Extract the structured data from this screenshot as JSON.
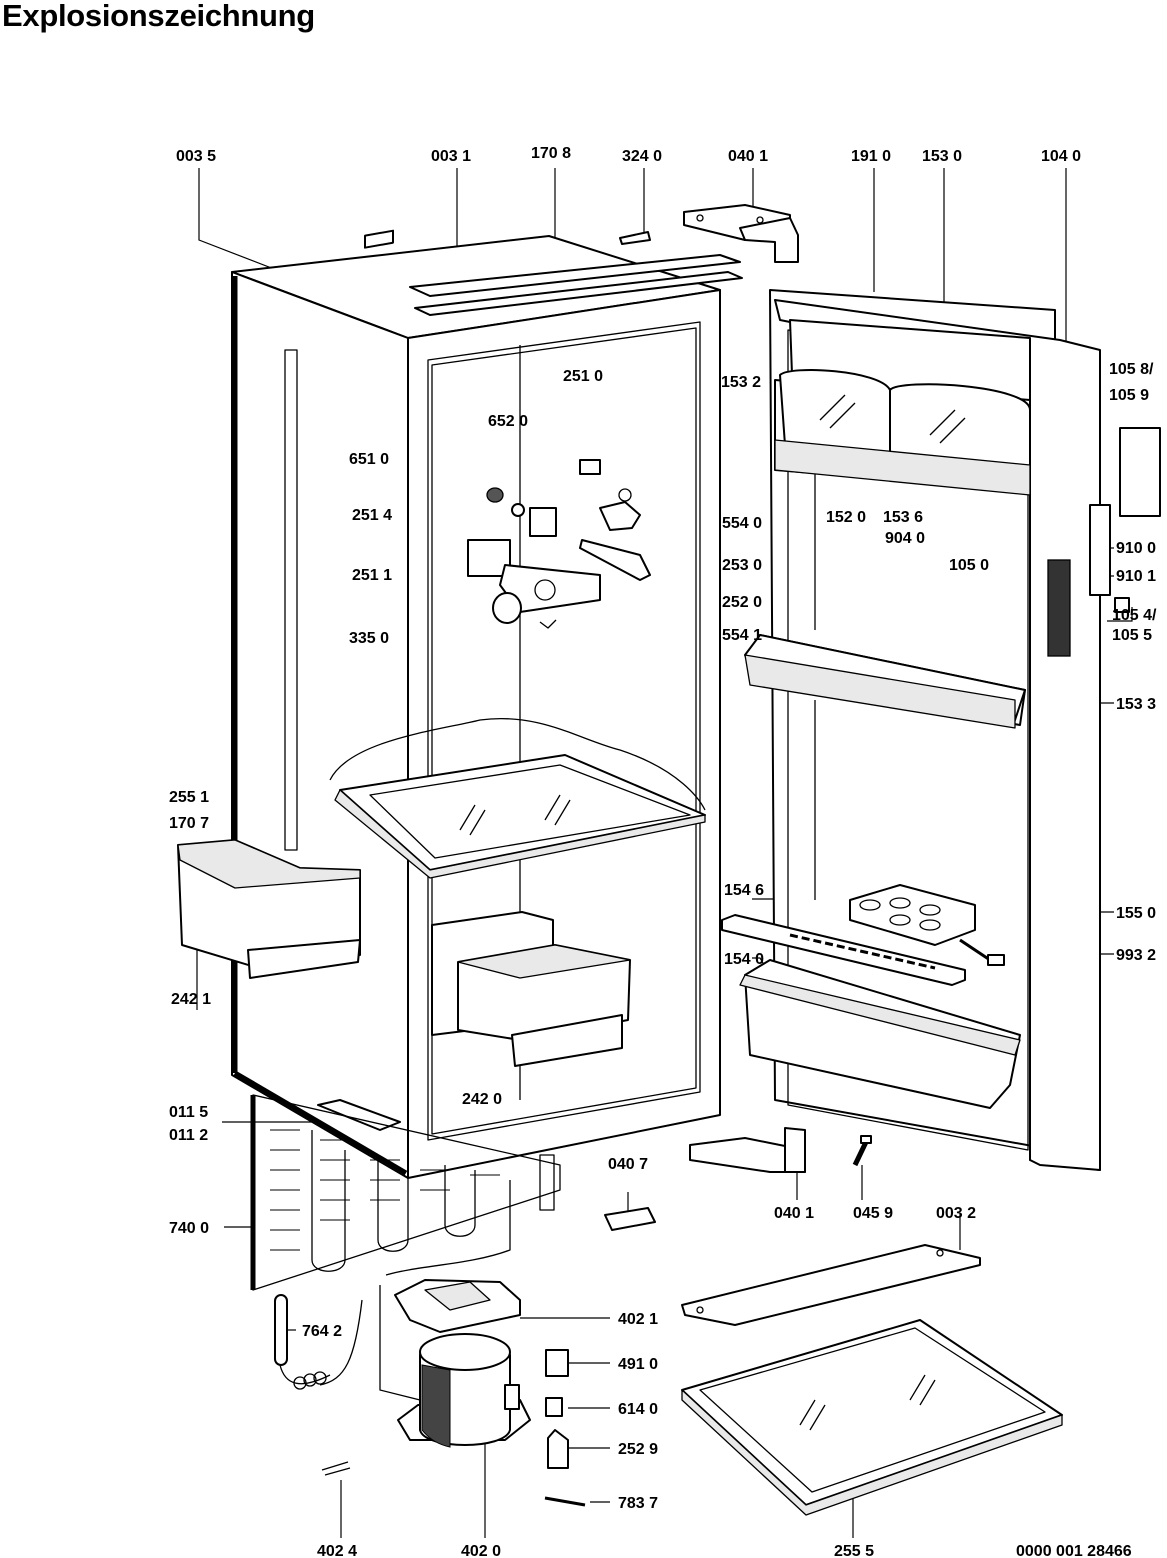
{
  "title": "Explosionszeichnung",
  "labels": [
    {
      "id": "l-0035",
      "text": "003 5"
    },
    {
      "id": "l-0031",
      "text": "003 1"
    },
    {
      "id": "l-1708",
      "text": "170 8"
    },
    {
      "id": "l-3240",
      "text": "324 0"
    },
    {
      "id": "l-0401a",
      "text": "040 1"
    },
    {
      "id": "l-1910",
      "text": "191 0"
    },
    {
      "id": "l-1530",
      "text": "153 0"
    },
    {
      "id": "l-1040",
      "text": "104 0"
    },
    {
      "id": "l-1058",
      "text": "105 8/"
    },
    {
      "id": "l-1059",
      "text": "105 9"
    },
    {
      "id": "l-1532",
      "text": "153 2"
    },
    {
      "id": "l-2510",
      "text": "251 0"
    },
    {
      "id": "l-6520",
      "text": "652 0"
    },
    {
      "id": "l-6510",
      "text": "651 0"
    },
    {
      "id": "l-2514",
      "text": "251 4"
    },
    {
      "id": "l-5540",
      "text": "554 0"
    },
    {
      "id": "l-1520",
      "text": "152 0"
    },
    {
      "id": "l-1536",
      "text": "153 6"
    },
    {
      "id": "l-9040",
      "text": "904 0"
    },
    {
      "id": "l-9100",
      "text": "910 0"
    },
    {
      "id": "l-2511",
      "text": "251 1"
    },
    {
      "id": "l-2530",
      "text": "253 0"
    },
    {
      "id": "l-1050",
      "text": "105 0"
    },
    {
      "id": "l-9101",
      "text": "910 1"
    },
    {
      "id": "l-2520",
      "text": "252 0"
    },
    {
      "id": "l-1054",
      "text": "105 4/"
    },
    {
      "id": "l-1055",
      "text": "105 5"
    },
    {
      "id": "l-3350",
      "text": "335 0"
    },
    {
      "id": "l-5541",
      "text": "554 1"
    },
    {
      "id": "l-1533",
      "text": "153 3"
    },
    {
      "id": "l-2551",
      "text": "255 1"
    },
    {
      "id": "l-1707",
      "text": "170 7"
    },
    {
      "id": "l-1546",
      "text": "154 6"
    },
    {
      "id": "l-1550",
      "text": "155 0"
    },
    {
      "id": "l-9932",
      "text": "993 2"
    },
    {
      "id": "l-1540",
      "text": "154 0"
    },
    {
      "id": "l-2421",
      "text": "242 1"
    },
    {
      "id": "l-2420",
      "text": "242 0"
    },
    {
      "id": "l-0115",
      "text": "011 5"
    },
    {
      "id": "l-0112",
      "text": "011 2"
    },
    {
      "id": "l-0407",
      "text": "040 7"
    },
    {
      "id": "l-0401b",
      "text": "040 1"
    },
    {
      "id": "l-0459",
      "text": "045 9"
    },
    {
      "id": "l-0032",
      "text": "003 2"
    },
    {
      "id": "l-7400",
      "text": "740 0"
    },
    {
      "id": "l-4021",
      "text": "402 1"
    },
    {
      "id": "l-7642",
      "text": "764 2"
    },
    {
      "id": "l-4910",
      "text": "491 0"
    },
    {
      "id": "l-6140",
      "text": "614 0"
    },
    {
      "id": "l-2529",
      "text": "252 9"
    },
    {
      "id": "l-7837",
      "text": "783 7"
    },
    {
      "id": "l-4024",
      "text": "402 4"
    },
    {
      "id": "l-4020",
      "text": "402 0"
    },
    {
      "id": "l-2555",
      "text": "255 5"
    },
    {
      "id": "l-docno",
      "text": "0000 001 28466"
    }
  ]
}
